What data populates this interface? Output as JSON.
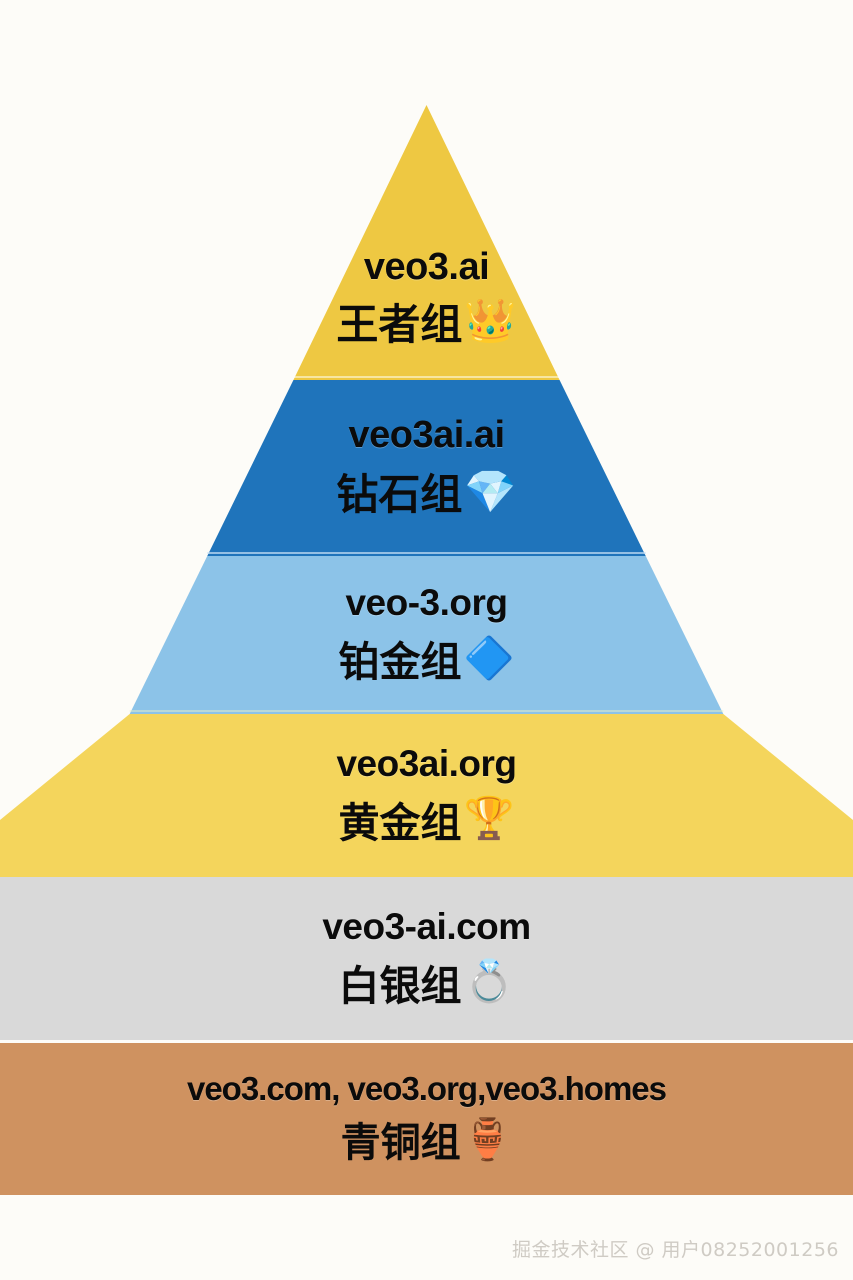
{
  "background_color": "#fdfcf8",
  "chart_data": {
    "type": "pyramid",
    "title": "veo3 domain tier ranking pyramid",
    "orientation": "apex-top",
    "tier_count": 6,
    "tiers": [
      {
        "level": 1,
        "domain": "veo3.ai",
        "rank": "王者组",
        "emoji": "👑",
        "emoji_name": "crown-emoji",
        "color": "#eec842"
      },
      {
        "level": 2,
        "domain": "veo3ai.ai",
        "rank": "钻石组",
        "emoji": "💎",
        "emoji_name": "gem-stone-emoji",
        "color": "#1f74bb"
      },
      {
        "level": 3,
        "domain": "veo-3.org",
        "rank": "铂金组",
        "emoji": "🔷",
        "emoji_name": "large-blue-diamond-emoji",
        "color": "#8cc3e8"
      },
      {
        "level": 4,
        "domain": "veo3ai.org",
        "rank": "黄金组",
        "emoji": "🏆",
        "emoji_name": "trophy-emoji",
        "color": "#f4d55c"
      },
      {
        "level": 5,
        "domain": "veo3-ai.com",
        "rank": "白银组",
        "emoji": "💍",
        "emoji_name": "ring-emoji",
        "color": "#d9d9d9"
      },
      {
        "level": 6,
        "domain": "veo3.com, veo3.org,veo3.homes",
        "rank": "青铜组",
        "emoji": "🏺",
        "emoji_name": "amphora-emoji",
        "color": "#cf9260"
      }
    ]
  },
  "watermark": {
    "text": "掘金技术社区 @ 用户08252001256"
  }
}
